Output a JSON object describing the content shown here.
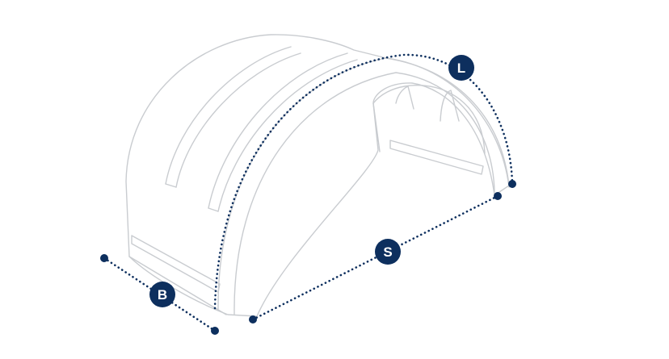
{
  "colors": {
    "dimension": "#0d2f5e",
    "outline": "#c9ccd0",
    "background": "#ffffff"
  },
  "dimensions": {
    "length": {
      "label": "L"
    },
    "spacing": {
      "label": "S"
    },
    "width": {
      "label": "B"
    }
  }
}
